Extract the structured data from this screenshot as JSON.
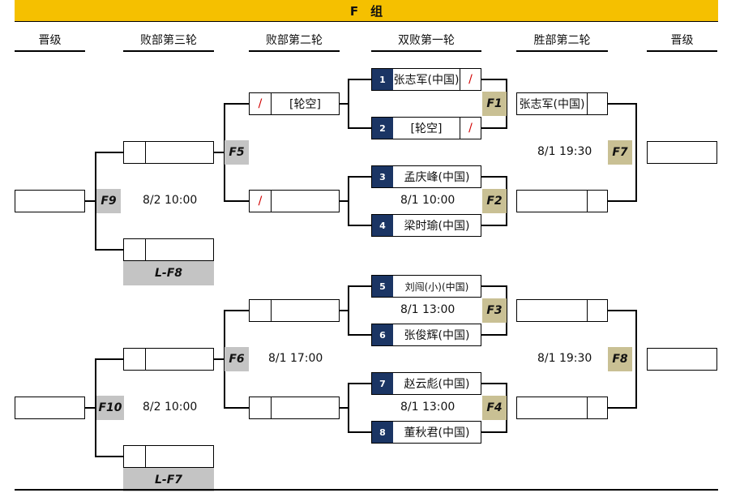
{
  "group_title": "F　组",
  "columns": [
    "晋级",
    "败部第三轮",
    "败部第二轮",
    "双败第一轮",
    "胜部第二轮",
    "晋级"
  ],
  "first_round": [
    {
      "seed": "1",
      "name": "张志军(中国)",
      "mark": "/"
    },
    {
      "seed": "2",
      "name": "[轮空]",
      "mark": "/"
    },
    {
      "seed": "3",
      "name": "孟庆峰(中国)",
      "mark": ""
    },
    {
      "seed": "4",
      "name": "梁时瑜(中国)",
      "mark": ""
    },
    {
      "seed": "5",
      "name": "刘闯(小)(中国)",
      "mark": ""
    },
    {
      "seed": "6",
      "name": "张俊辉(中国)",
      "mark": ""
    },
    {
      "seed": "7",
      "name": "赵云彪(中国)",
      "mark": ""
    },
    {
      "seed": "8",
      "name": "董秋君(中国)",
      "mark": ""
    }
  ],
  "match_tags": {
    "F1": "F1",
    "F2": "F2",
    "F3": "F3",
    "F4": "F4",
    "F5": "F5",
    "F6": "F6",
    "F7": "F7",
    "F8": "F8",
    "F9": "F9",
    "F10": "F10"
  },
  "times": {
    "F2": "8/1 10:00",
    "F3": "8/1 13:00",
    "F4": "8/1 13:00",
    "F6": "8/1 17:00",
    "F7": "8/1 19:30",
    "F8": "8/1 19:30",
    "F9": "8/2 10:00",
    "F10": "8/2 10:00"
  },
  "winners_r2": {
    "top": "张志军(中国)"
  },
  "losers_r2": {
    "top_mark": "/",
    "top_name": "[轮空]",
    "bottom_mark": "/"
  },
  "loser_feeds": {
    "a": "L-F8",
    "b": "L-F7"
  }
}
